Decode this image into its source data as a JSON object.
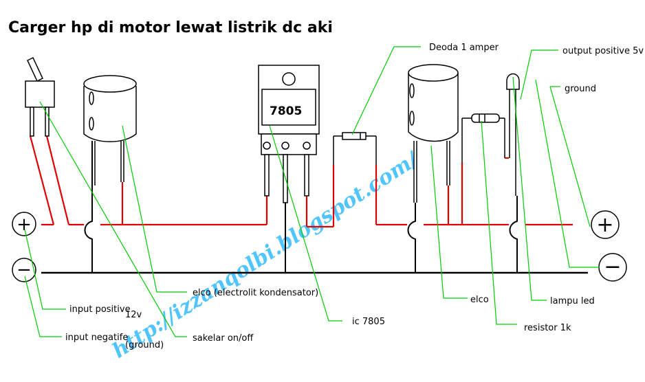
{
  "title": "Carger hp di motor lewat listrik dc aki",
  "watermark": "http://izzanqolbi.blogspot.com/",
  "labels": {
    "deoda": "Deoda 1 amper",
    "output_positive": "output positive 5v",
    "ground_right": "ground",
    "elco_left": "elco (electrolit kondensator)",
    "elco_right": "elco",
    "lampu_led": "lampu led",
    "ic": "ic 7805",
    "resistor": "resistor 1k",
    "sakelar": "sakelar on/off",
    "input_positive": "input positive",
    "voltage": "12v",
    "input_negative": "input negatife",
    "ground_left": "(ground)",
    "ic_marking": "7805"
  },
  "symbols": {
    "plus": "+",
    "minus": "−"
  },
  "colors": {
    "positive_wire": "#e00000",
    "leader_line": "#00cc00",
    "watermark": "#33bbff",
    "component": "#000000"
  }
}
